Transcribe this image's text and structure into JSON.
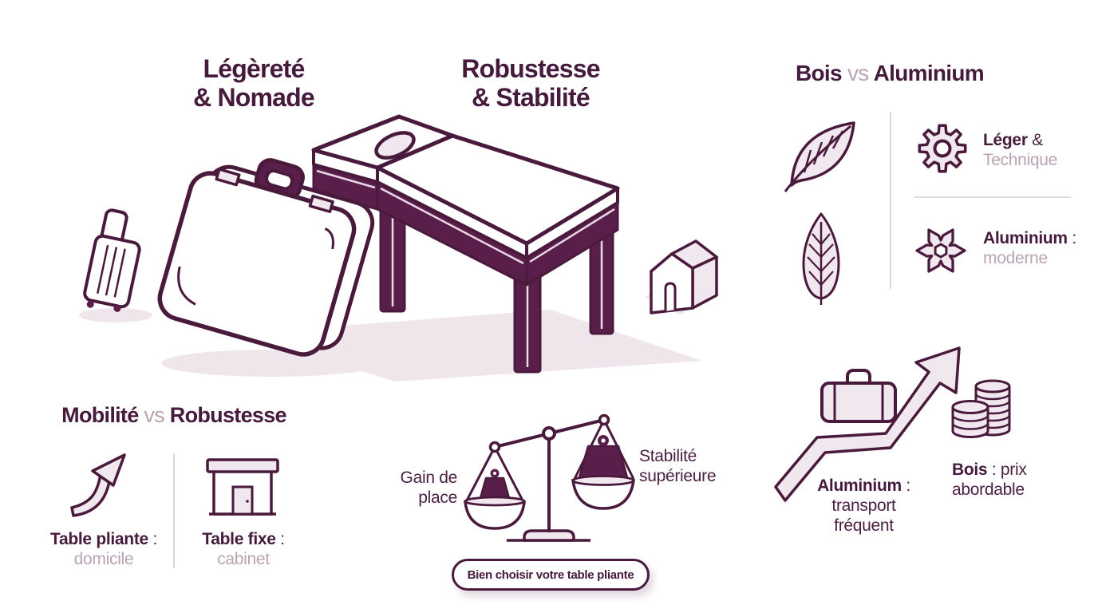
{
  "colors": {
    "ink": "#4a1a3d",
    "deep": "#5a1e4a",
    "accent_light": "#f1e8ef",
    "muted": "#b9a4b4",
    "divider": "#ddd3da",
    "shadow": "#efe6ec",
    "background": "#ffffff"
  },
  "headers": {
    "left_line1": "Légèreté",
    "left_line2": "& Nomade",
    "center_line1": "Robustesse",
    "center_line2": "& Stabilité"
  },
  "materials": {
    "title": {
      "left": "Bois",
      "vs": "vs",
      "right": "Aluminium"
    },
    "rows": [
      {
        "strong": "Léger",
        "connector": " &",
        "soft": "Technique"
      },
      {
        "strong": "Aluminium",
        "connector": " :",
        "soft": "moderne"
      }
    ]
  },
  "mobility": {
    "title": {
      "left": "Mobilité",
      "vs": "vs",
      "right": "Robustesse"
    },
    "items": [
      {
        "strong": "Table pliante",
        "connector": " :",
        "soft": "domicile"
      },
      {
        "strong": "Table fixe",
        "connector": " :",
        "soft": "cabinet"
      }
    ]
  },
  "balance": {
    "left_line1": "Gain de",
    "left_line2": "place",
    "right_line1": "Stabilité",
    "right_line2": "supérieure"
  },
  "cta": {
    "label": "Bien choisir votre table pliante"
  },
  "cost": {
    "aluminium": {
      "strong": "Aluminium",
      "connector": " :",
      "line2": "transport",
      "line3": "fréquent"
    },
    "wood": {
      "strong": "Bois",
      "after": " : prix",
      "line2": "abordable"
    }
  },
  "icons": [
    "rolling-suitcase-icon",
    "massage-case-icon",
    "massage-table-icon",
    "house-icon",
    "leaf-icon",
    "leaf-vertical-icon",
    "gear-icon",
    "aluminium-knot-icon",
    "growth-arrow-icon",
    "storefront-icon",
    "balance-scale-icon",
    "briefcase-icon",
    "trend-arrow-icon",
    "coins-icon"
  ]
}
